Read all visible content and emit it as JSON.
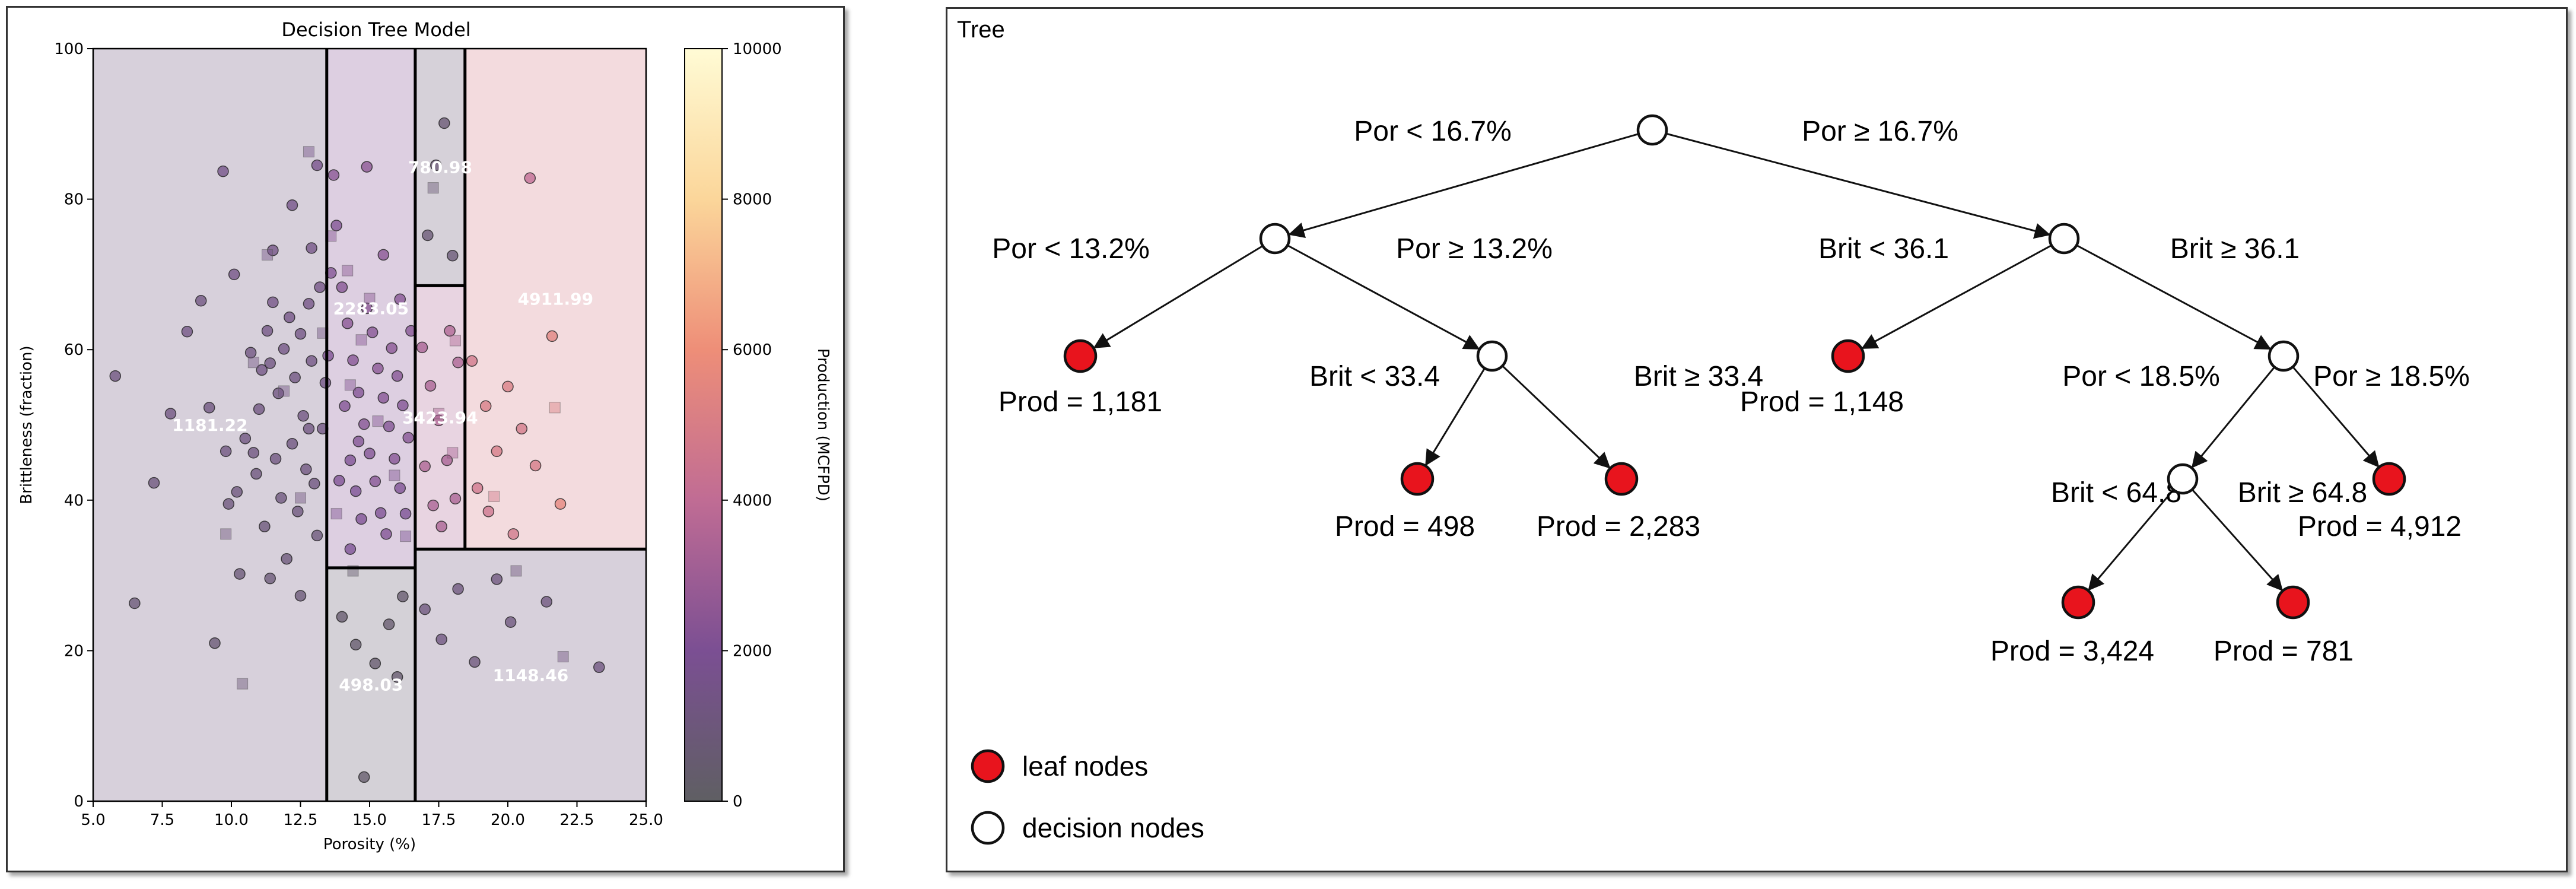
{
  "colors": {
    "leaf_fill": "#e8141d",
    "decision_fill": "#ffffff",
    "stroke": "#111111",
    "colormap": [
      "#5f5f63",
      "#7b4f93",
      "#c06c94",
      "#ee8e78",
      "#fbd69a",
      "#fffbd5"
    ]
  },
  "chart_data": [
    {
      "type": "scatter",
      "title": "Decision Tree Model",
      "xlabel": "Porosity (%)",
      "ylabel": "Brittleness (fraction)",
      "colorbar_label": "Production (MCFPD)",
      "xlim": [
        5.0,
        25.0
      ],
      "ylim": [
        0,
        100
      ],
      "x_ticks": [
        "5.0",
        "7.5",
        "10.0",
        "12.5",
        "15.0",
        "17.5",
        "20.0",
        "22.5",
        "25.0"
      ],
      "y_ticks": [
        "0",
        "20",
        "40",
        "60",
        "80",
        "100"
      ],
      "colorbar_range": [
        0,
        10000
      ],
      "colorbar_ticks": [
        "0",
        "2000",
        "4000",
        "6000",
        "8000",
        "10000"
      ],
      "grid": false,
      "regions": [
        {
          "x": [
            5.0,
            13.45
          ],
          "y": [
            0,
            100
          ],
          "value": 1181.2,
          "label": "1181.22"
        },
        {
          "x": [
            13.45,
            16.65
          ],
          "y": [
            0,
            31
          ],
          "value": 498.03,
          "label": "498.03"
        },
        {
          "x": [
            13.45,
            16.65
          ],
          "y": [
            31,
            100
          ],
          "value": 2283.05,
          "label": "2283.05"
        },
        {
          "x": [
            16.65,
            18.45
          ],
          "y": [
            33.5,
            68.5
          ],
          "value": 3423.94,
          "label": "3423.94"
        },
        {
          "x": [
            16.65,
            18.45
          ],
          "y": [
            68.5,
            100
          ],
          "value": 780.98,
          "label": "780.98"
        },
        {
          "x": [
            16.65,
            25.0
          ],
          "y": [
            0,
            33.5
          ],
          "value": 1148.46,
          "label": "1148.46"
        },
        {
          "x": [
            18.45,
            25.0
          ],
          "y": [
            33.5,
            100
          ],
          "value": 4911.99,
          "label": "4911.99"
        }
      ],
      "split_lines": [
        {
          "x": [
            13.45,
            13.45
          ],
          "y": [
            0,
            100
          ]
        },
        {
          "x": [
            16.65,
            16.65
          ],
          "y": [
            0,
            100
          ]
        },
        {
          "x": [
            13.45,
            16.65
          ],
          "y": [
            31,
            31
          ]
        },
        {
          "x": [
            16.65,
            25.0
          ],
          "y": [
            33.5,
            33.5
          ]
        },
        {
          "x": [
            18.45,
            18.45
          ],
          "y": [
            33.5,
            100
          ]
        },
        {
          "x": [
            16.65,
            18.45
          ],
          "y": [
            68.5,
            68.5
          ]
        }
      ],
      "train_points": [
        [
          5.8,
          56.5,
          1200
        ],
        [
          6.5,
          26.3,
          900
        ],
        [
          7.2,
          42.3,
          1100
        ],
        [
          7.8,
          51.5,
          1300
        ],
        [
          8.4,
          62.4,
          1400
        ],
        [
          8.9,
          66.5,
          1300
        ],
        [
          9.2,
          52.3,
          1200
        ],
        [
          9.4,
          21,
          800
        ],
        [
          9.7,
          83.7,
          1600
        ],
        [
          9.8,
          46.5,
          1200
        ],
        [
          10.1,
          70,
          1500
        ],
        [
          10.2,
          41.1,
          1100
        ],
        [
          10.3,
          30.2,
          900
        ],
        [
          10.5,
          48.2,
          1200
        ],
        [
          10.7,
          59.6,
          1300
        ],
        [
          10.9,
          43.5,
          1100
        ],
        [
          11.0,
          52.1,
          1300
        ],
        [
          11.1,
          57.3,
          1400
        ],
        [
          11.2,
          36.5,
          1000
        ],
        [
          11.3,
          62.5,
          1400
        ],
        [
          11.4,
          29.6,
          900
        ],
        [
          11.5,
          66.3,
          1500
        ],
        [
          11.6,
          45.5,
          1200
        ],
        [
          11.7,
          54.2,
          1300
        ],
        [
          11.8,
          40.3,
          1100
        ],
        [
          11.9,
          60.1,
          1400
        ],
        [
          12.0,
          32.2,
          1000
        ],
        [
          12.1,
          64.3,
          1500
        ],
        [
          12.2,
          47.5,
          1200
        ],
        [
          12.3,
          56.3,
          1300
        ],
        [
          12.4,
          38.5,
          1100
        ],
        [
          12.5,
          62.1,
          1400
        ],
        [
          12.6,
          51.2,
          1300
        ],
        [
          12.7,
          44.1,
          1200
        ],
        [
          12.8,
          66.1,
          1500
        ],
        [
          12.9,
          58.5,
          1400
        ],
        [
          13.0,
          42.2,
          1200
        ],
        [
          13.1,
          35.3,
          1000
        ],
        [
          13.2,
          68.3,
          1500
        ],
        [
          13.3,
          49.5,
          1300
        ],
        [
          13.4,
          55.6,
          1400
        ],
        [
          12.2,
          79.2,
          1600
        ],
        [
          12.9,
          73.5,
          1500
        ],
        [
          13.1,
          84.5,
          1700
        ],
        [
          12.5,
          27.3,
          900
        ],
        [
          11.4,
          58.2,
          1300
        ],
        [
          10.8,
          46.3,
          1200
        ],
        [
          9.9,
          39.5,
          1100
        ],
        [
          11.5,
          73.2,
          1500
        ],
        [
          12.8,
          49.5,
          1300
        ],
        [
          13.7,
          83.2,
          2400
        ],
        [
          13.8,
          76.5,
          2200
        ],
        [
          14.0,
          68.3,
          2300
        ],
        [
          14.2,
          63.5,
          2400
        ],
        [
          14.4,
          58.6,
          2300
        ],
        [
          14.6,
          54.3,
          2200
        ],
        [
          14.8,
          50.1,
          2300
        ],
        [
          15.0,
          46.2,
          2200
        ],
        [
          15.2,
          42.5,
          2300
        ],
        [
          15.4,
          38.3,
          2100
        ],
        [
          15.6,
          35.5,
          2200
        ],
        [
          15.8,
          60.2,
          2400
        ],
        [
          16.0,
          56.5,
          2300
        ],
        [
          16.2,
          52.6,
          2200
        ],
        [
          16.4,
          48.3,
          2300
        ],
        [
          14.1,
          52.5,
          2200
        ],
        [
          14.3,
          45.3,
          2100
        ],
        [
          14.5,
          41.2,
          2000
        ],
        [
          14.7,
          37.5,
          2100
        ],
        [
          14.9,
          65.5,
          2400
        ],
        [
          15.1,
          62.3,
          2300
        ],
        [
          15.3,
          57.5,
          2400
        ],
        [
          15.5,
          53.6,
          2300
        ],
        [
          15.7,
          49.8,
          2200
        ],
        [
          15.9,
          45.5,
          2300
        ],
        [
          16.1,
          41.6,
          2100
        ],
        [
          16.3,
          38.2,
          2000
        ],
        [
          13.9,
          42.6,
          2100
        ],
        [
          14.3,
          33.5,
          2000
        ],
        [
          16.5,
          62.5,
          2300
        ],
        [
          14.0,
          24.5,
          500
        ],
        [
          14.5,
          20.8,
          450
        ],
        [
          15.2,
          18.3,
          520
        ],
        [
          15.7,
          23.5,
          480
        ],
        [
          16.2,
          27.2,
          510
        ],
        [
          14.8,
          3.2,
          400
        ],
        [
          16.0,
          16.5,
          490
        ],
        [
          17.0,
          25.5,
          1100
        ],
        [
          17.6,
          21.5,
          1200
        ],
        [
          18.2,
          28.2,
          1100
        ],
        [
          18.8,
          18.5,
          1050
        ],
        [
          19.6,
          29.5,
          1150
        ],
        [
          20.1,
          23.8,
          1100
        ],
        [
          23.3,
          17.8,
          1200
        ],
        [
          21.4,
          26.5,
          1150
        ],
        [
          16.9,
          60.3,
          3300
        ],
        [
          17.2,
          55.2,
          3400
        ],
        [
          17.5,
          50.6,
          3500
        ],
        [
          17.8,
          45.3,
          3300
        ],
        [
          18.1,
          40.2,
          3400
        ],
        [
          17.0,
          44.5,
          3450
        ],
        [
          17.3,
          39.3,
          3350
        ],
        [
          17.6,
          36.5,
          3400
        ],
        [
          17.9,
          62.5,
          3500
        ],
        [
          18.2,
          58.3,
          3450
        ],
        [
          17.4,
          84.5,
          800
        ],
        [
          17.7,
          90.1,
          750
        ],
        [
          17.1,
          75.2,
          780
        ],
        [
          18.0,
          72.5,
          820
        ],
        [
          18.7,
          58.5,
          4700
        ],
        [
          19.2,
          52.5,
          5000
        ],
        [
          19.6,
          46.5,
          4900
        ],
        [
          20.0,
          55.1,
          5100
        ],
        [
          20.5,
          49.5,
          4800
        ],
        [
          21.0,
          44.6,
          4900
        ],
        [
          21.6,
          61.8,
          5400
        ],
        [
          21.9,
          39.5,
          5600
        ],
        [
          20.8,
          82.8,
          4000
        ],
        [
          19.3,
          38.5,
          4500
        ],
        [
          20.2,
          35.5,
          4700
        ],
        [
          18.9,
          41.6,
          4600
        ],
        [
          14.9,
          84.3,
          2500
        ],
        [
          15.5,
          72.6,
          2400
        ],
        [
          16.1,
          66.7,
          2300
        ],
        [
          13.6,
          70.2,
          2200
        ],
        [
          13.5,
          59.2,
          2100
        ],
        [
          14.6,
          47.8,
          2200
        ]
      ],
      "test_points": [
        [
          10.4,
          15.6,
          900
        ],
        [
          9.8,
          35.5,
          1100
        ],
        [
          11.3,
          72.6,
          1400
        ],
        [
          12.8,
          86.3,
          1500
        ],
        [
          13.3,
          62.2,
          1300
        ],
        [
          12.5,
          40.3,
          1200
        ],
        [
          11.9,
          54.5,
          1300
        ],
        [
          10.8,
          58.3,
          1300
        ],
        [
          13.6,
          75.1,
          2300
        ],
        [
          14.2,
          70.5,
          2400
        ],
        [
          14.7,
          61.3,
          2300
        ],
        [
          15.3,
          50.5,
          2200
        ],
        [
          15.9,
          43.3,
          2100
        ],
        [
          14.3,
          55.3,
          2200
        ],
        [
          16.3,
          35.2,
          2000
        ],
        [
          15.0,
          66.8,
          2400
        ],
        [
          17.5,
          51.5,
          3400
        ],
        [
          18.0,
          46.3,
          3300
        ],
        [
          18.1,
          61.2,
          3500
        ],
        [
          17.3,
          81.5,
          800
        ],
        [
          21.7,
          52.3,
          5200
        ],
        [
          19.5,
          40.5,
          4800
        ],
        [
          20.3,
          30.6,
          1100
        ],
        [
          22.0,
          19.2,
          1200
        ],
        [
          14.4,
          30.6,
          500
        ],
        [
          13.8,
          38.2,
          2100
        ]
      ]
    },
    {
      "type": "tree",
      "panel_title": "Tree",
      "nodes": [
        {
          "id": "root",
          "kind": "decision"
        },
        {
          "id": "L",
          "kind": "decision"
        },
        {
          "id": "R",
          "kind": "decision"
        },
        {
          "id": "LL",
          "kind": "leaf",
          "label": "Prod = 1,181"
        },
        {
          "id": "LR",
          "kind": "decision"
        },
        {
          "id": "LRL",
          "kind": "leaf",
          "label": "Prod = 498"
        },
        {
          "id": "LRR",
          "kind": "leaf",
          "label": "Prod = 2,283"
        },
        {
          "id": "RL",
          "kind": "leaf",
          "label": "Prod = 1,148"
        },
        {
          "id": "RR",
          "kind": "decision"
        },
        {
          "id": "RRL",
          "kind": "decision"
        },
        {
          "id": "RRR",
          "kind": "leaf",
          "label": "Prod = 4,912"
        },
        {
          "id": "RRLL",
          "kind": "leaf",
          "label": "Prod = 3,424"
        },
        {
          "id": "RRLR",
          "kind": "leaf",
          "label": "Prod = 781"
        }
      ],
      "edges": [
        {
          "from": "root",
          "to": "L",
          "label": "Por < 16.7%"
        },
        {
          "from": "root",
          "to": "R",
          "label": "Por ≥ 16.7%"
        },
        {
          "from": "L",
          "to": "LL",
          "label": "Por < 13.2%"
        },
        {
          "from": "L",
          "to": "LR",
          "label": "Por ≥ 13.2%"
        },
        {
          "from": "LR",
          "to": "LRL",
          "label": "Brit < 33.4"
        },
        {
          "from": "LR",
          "to": "LRR",
          "label": "Brit ≥ 33.4"
        },
        {
          "from": "R",
          "to": "RL",
          "label": "Brit < 36.1"
        },
        {
          "from": "R",
          "to": "RR",
          "label": "Brit ≥ 36.1"
        },
        {
          "from": "RR",
          "to": "RRL",
          "label": "Por < 18.5%"
        },
        {
          "from": "RR",
          "to": "RRR",
          "label": "Por ≥ 18.5%"
        },
        {
          "from": "RRL",
          "to": "RRLL",
          "label": "Brit < 64.8"
        },
        {
          "from": "RRL",
          "to": "RRLR",
          "label": "Brit ≥ 64.8"
        }
      ],
      "legend": [
        {
          "kind": "leaf",
          "label": "leaf nodes"
        },
        {
          "kind": "decision",
          "label": "decision nodes"
        }
      ]
    }
  ]
}
